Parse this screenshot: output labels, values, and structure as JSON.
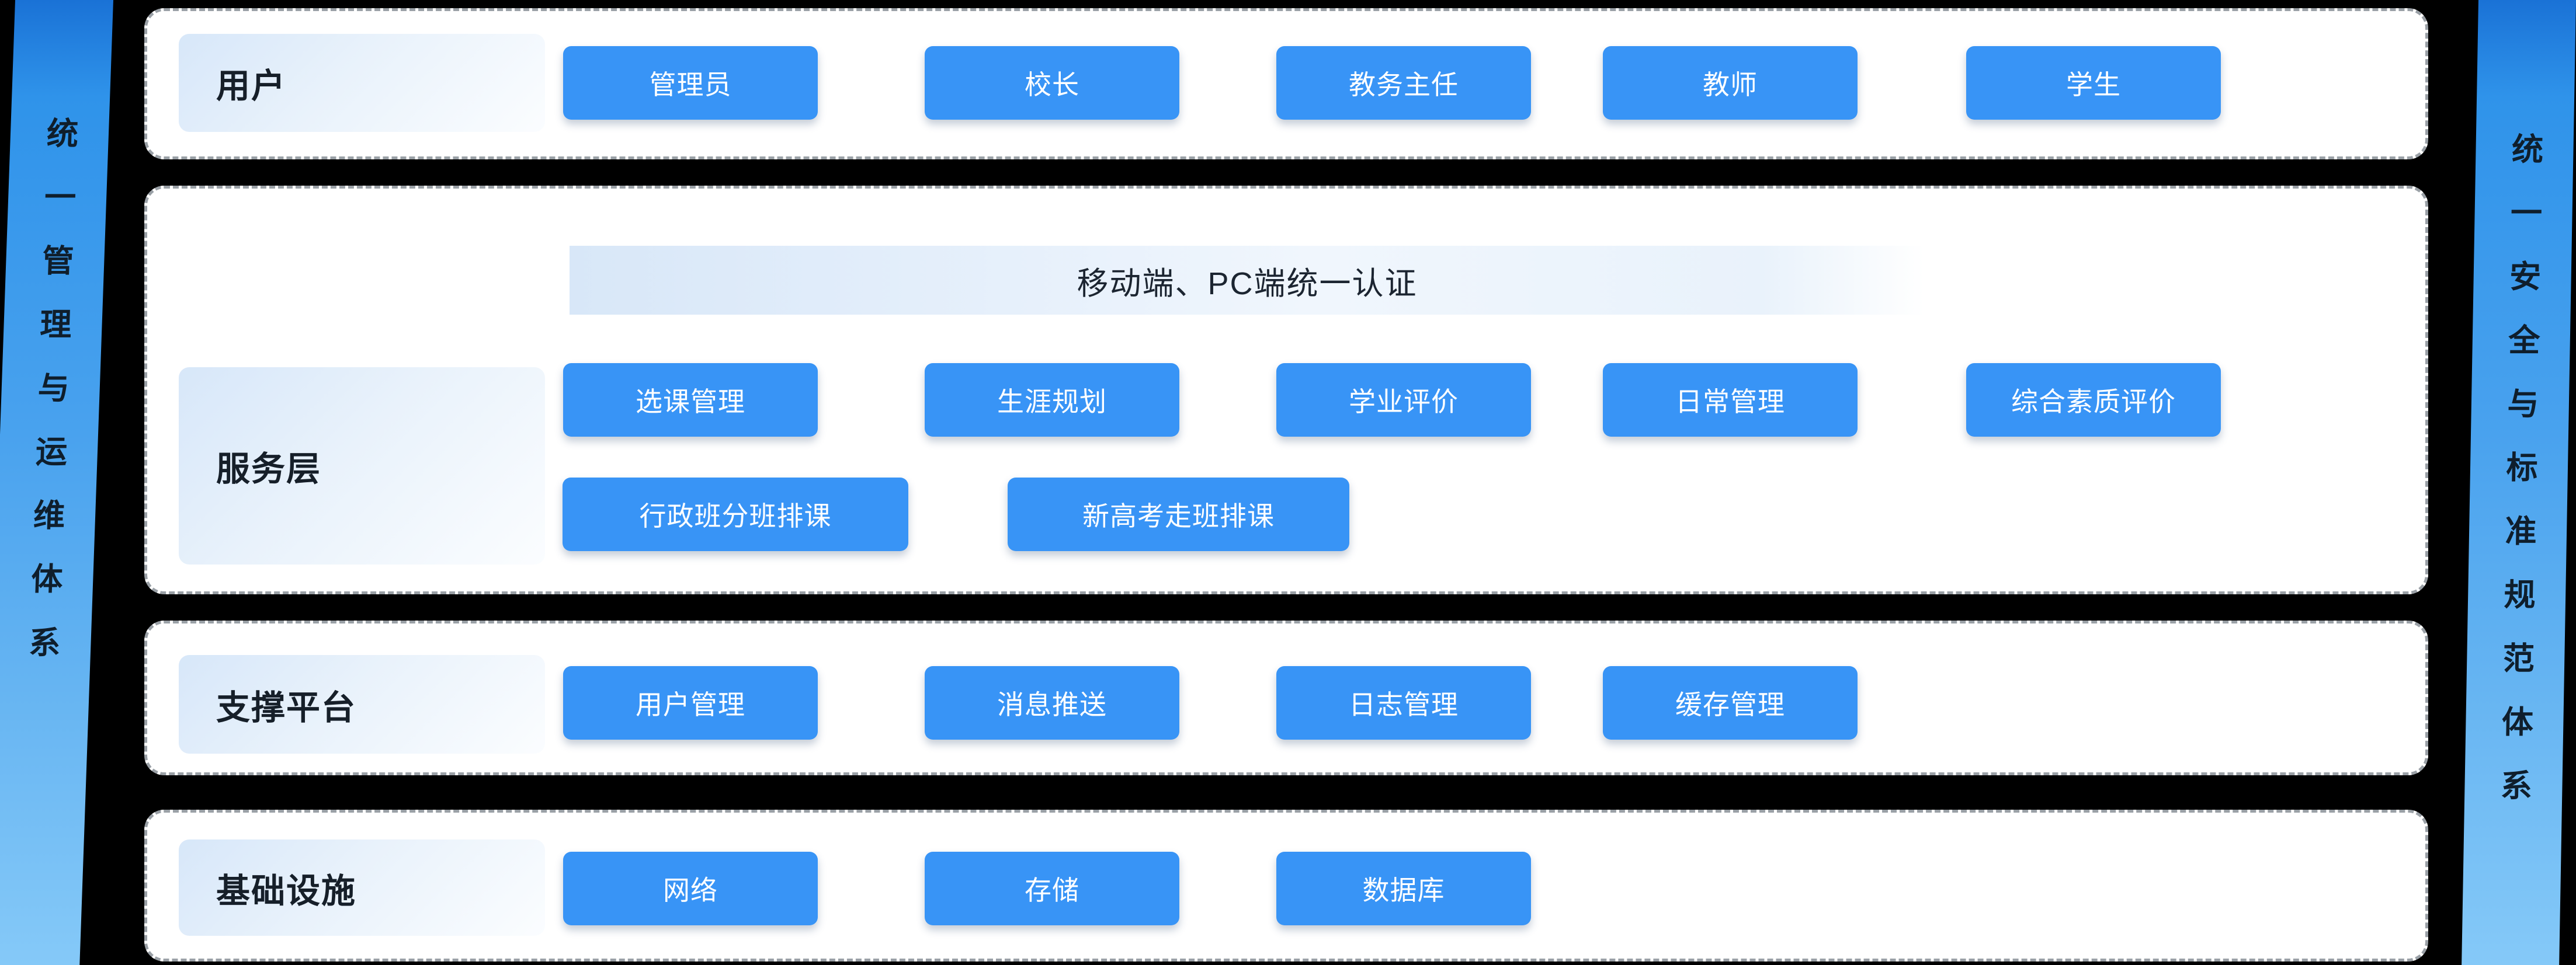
{
  "colors": {
    "background": "#000000",
    "button_blue": "#3894f6",
    "sidebar_gradient_top": "#1a72d6",
    "sidebar_gradient_bottom": "#85c9f8",
    "label_box_tint": "#d7e7f9",
    "panel_border": "#9aa0a6"
  },
  "left_bar": {
    "text": "统一管理与运维体系"
  },
  "right_bar": {
    "text": "统一安全与标准规范体系"
  },
  "sections": {
    "users": {
      "label": "用户",
      "buttons": [
        "管理员",
        "校长",
        "教务主任",
        "教师",
        "学生"
      ]
    },
    "service": {
      "label": "服务层",
      "banner": "移动端、PC端统一认证",
      "row1": [
        "选课管理",
        "生涯规划",
        "学业评价",
        "日常管理",
        "综合素质评价"
      ],
      "row2": [
        "行政班分班排课",
        "新高考走班排课"
      ]
    },
    "support": {
      "label": "支撑平台",
      "buttons": [
        "用户管理",
        "消息推送",
        "日志管理",
        "缓存管理"
      ]
    },
    "infra": {
      "label": "基础设施",
      "buttons": [
        "网络",
        "存储",
        "数据库"
      ]
    }
  }
}
